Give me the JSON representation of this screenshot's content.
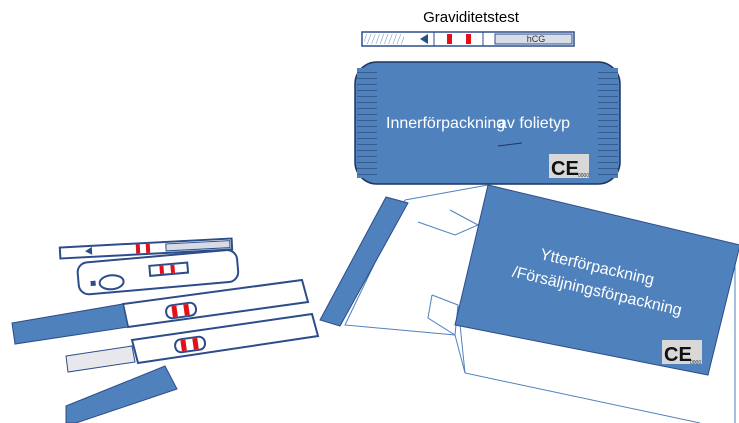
{
  "title": "Graviditetstest",
  "strip": {
    "label": "hCG"
  },
  "inner_pack": {
    "label": "Innerförpackning av foliety p",
    "line1": "Innerförpackning",
    "line2": "av folietyp"
  },
  "outer_pack": {
    "line1": "Ytterförpackning",
    "line2": "/Försäljningsförpackning"
  },
  "ce_mark": {
    "symbol": "CE",
    "number": "0000"
  },
  "colors": {
    "blue": "#4f81bd",
    "outline": "#2c4d8a",
    "test_line": "#e3101a",
    "gray": "#c8c8c8"
  }
}
